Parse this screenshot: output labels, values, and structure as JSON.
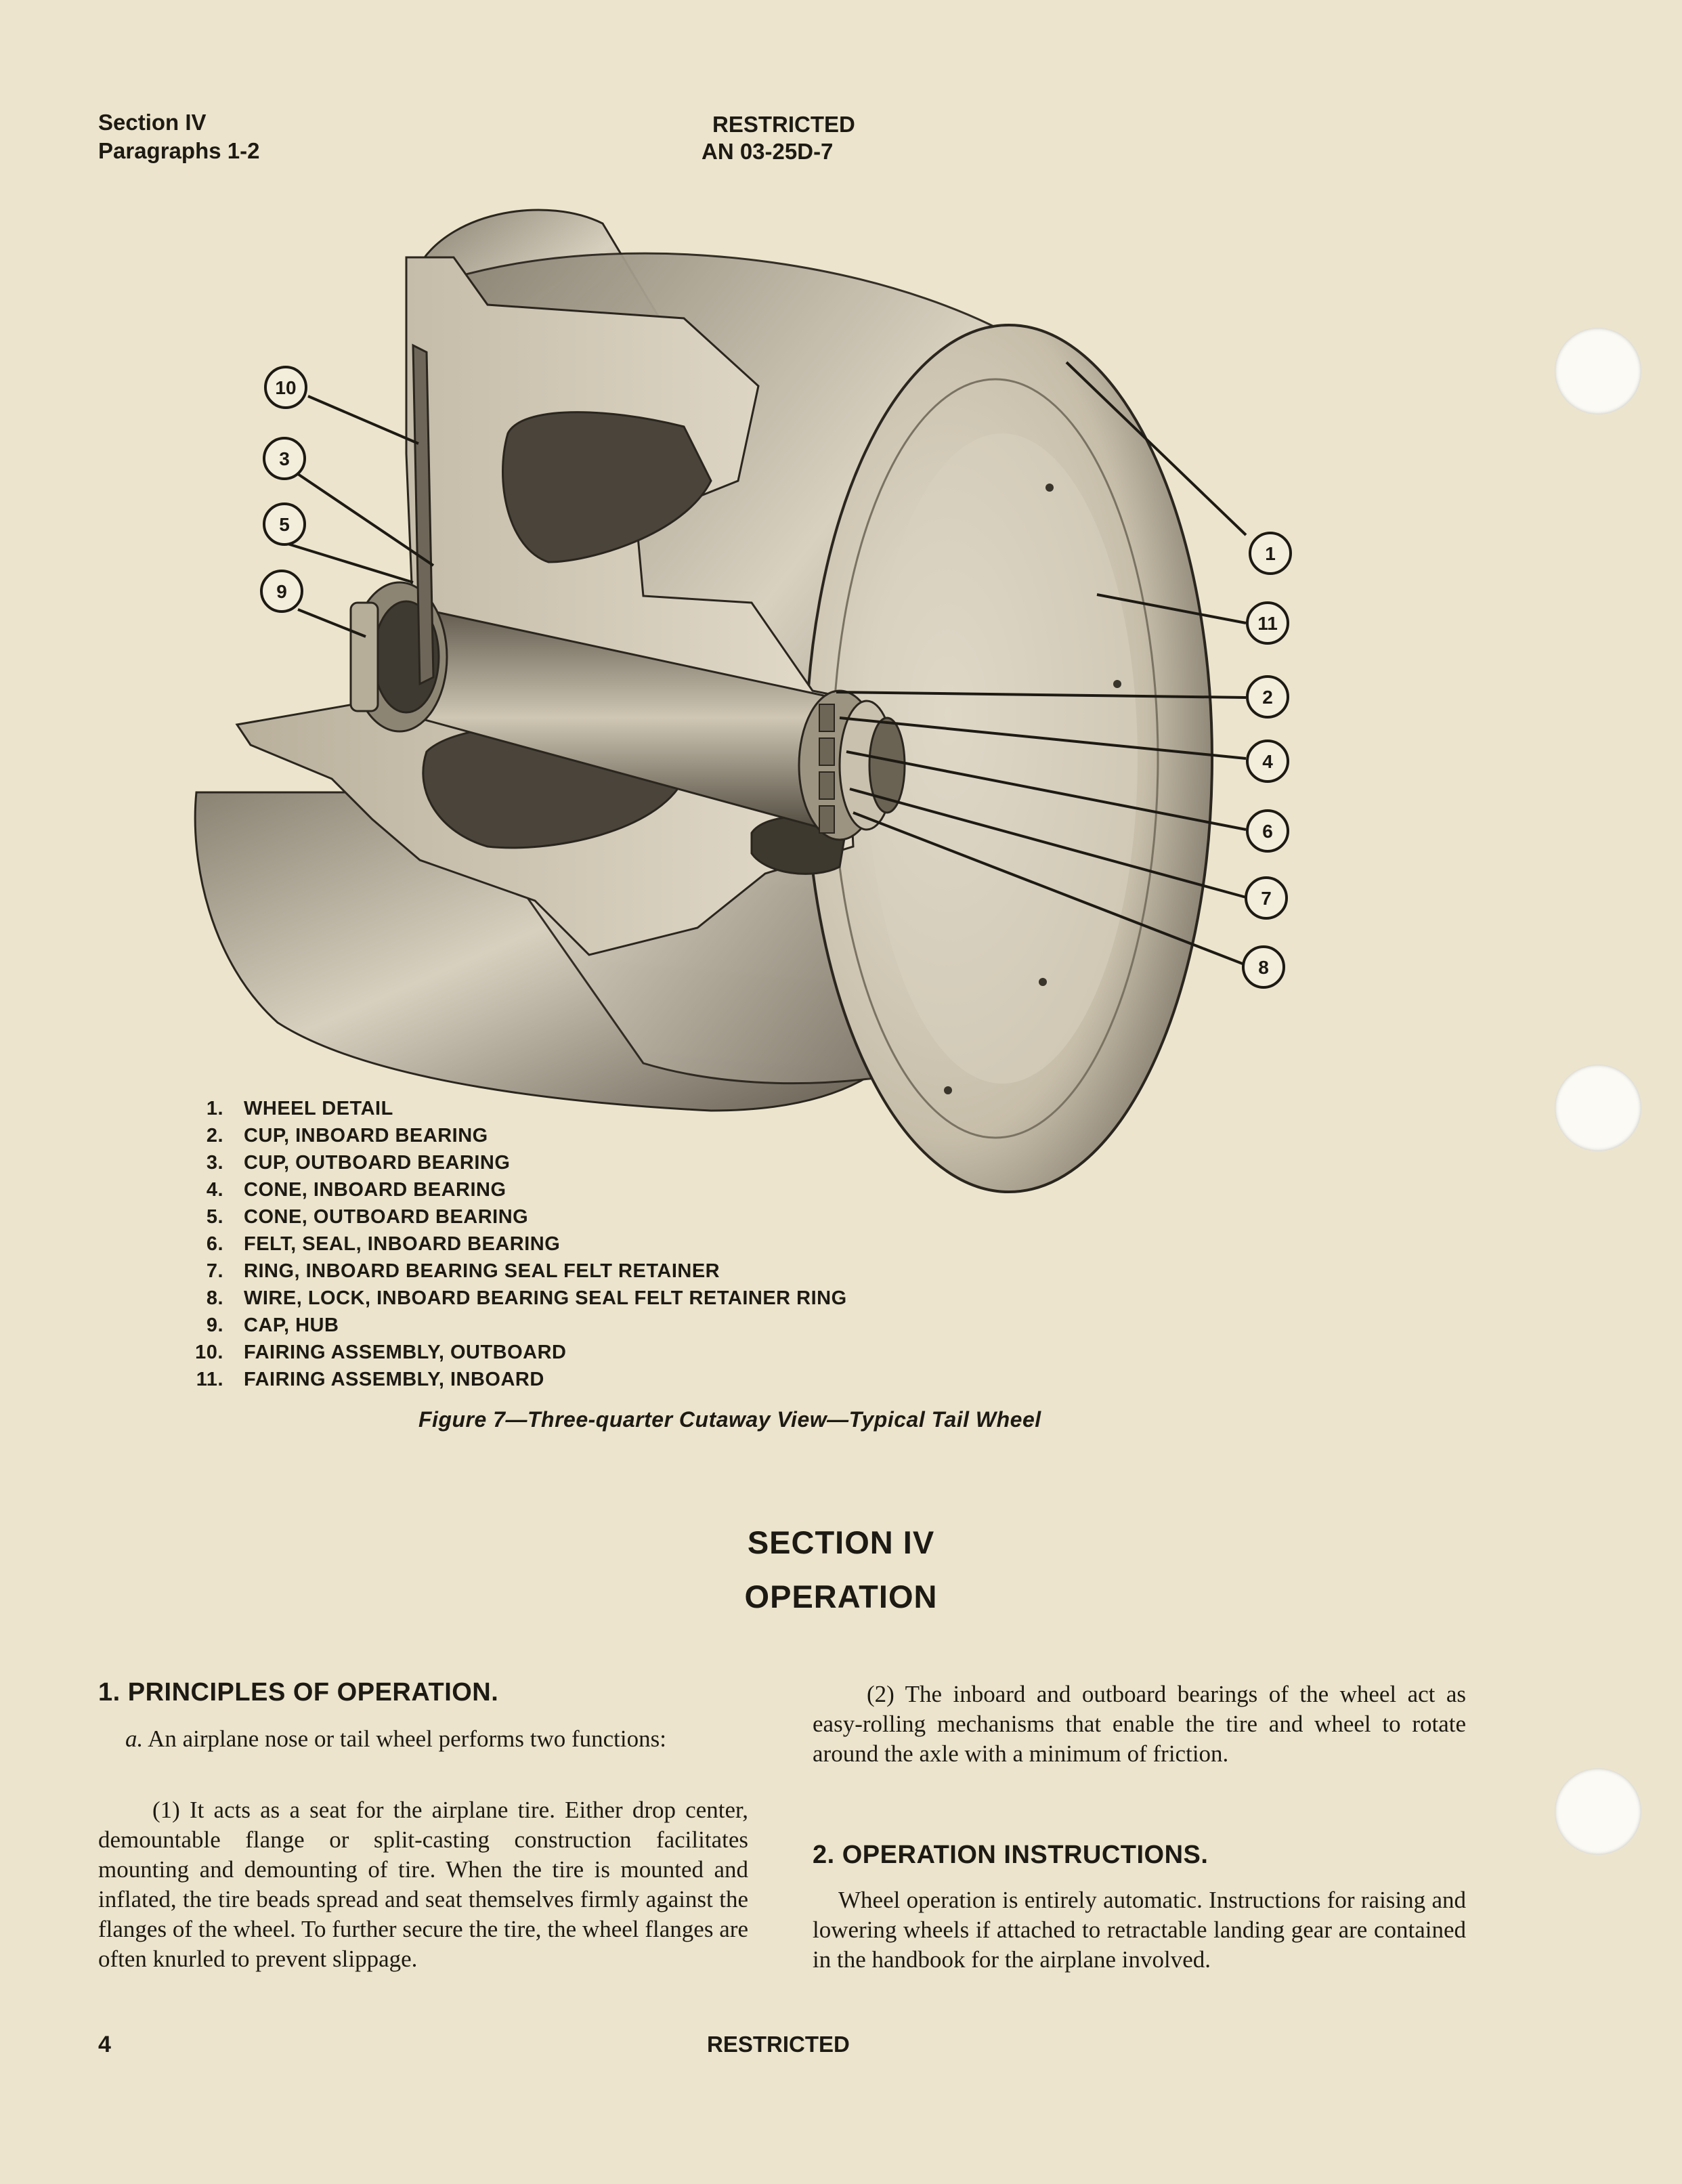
{
  "header": {
    "section": "Section IV",
    "paragraphs": "Paragraphs 1-2",
    "classification": "RESTRICTED",
    "doc_number": "AN 03-25D-7"
  },
  "figure": {
    "callouts": [
      "10",
      "3",
      "5",
      "9",
      "1",
      "11",
      "2",
      "4",
      "6",
      "7",
      "8"
    ],
    "legend": [
      {
        "num": "1.",
        "text": "WHEEL DETAIL"
      },
      {
        "num": "2.",
        "text": "CUP, INBOARD BEARING"
      },
      {
        "num": "3.",
        "text": "CUP, OUTBOARD BEARING"
      },
      {
        "num": "4.",
        "text": "CONE, INBOARD BEARING"
      },
      {
        "num": "5.",
        "text": "CONE, OUTBOARD BEARING"
      },
      {
        "num": "6.",
        "text": "FELT, SEAL, INBOARD BEARING"
      },
      {
        "num": "7.",
        "text": "RING, INBOARD BEARING SEAL FELT RETAINER"
      },
      {
        "num": "8.",
        "text": "WIRE, LOCK, INBOARD BEARING SEAL FELT RETAINER RING"
      },
      {
        "num": "9.",
        "text": "CAP, HUB"
      },
      {
        "num": "10.",
        "text": "FAIRING ASSEMBLY, OUTBOARD"
      },
      {
        "num": "11.",
        "text": "FAIRING ASSEMBLY, INBOARD"
      }
    ],
    "caption": "Figure 7—Three-quarter Cutaway View—Typical Tail Wheel"
  },
  "section": {
    "title_line1": "SECTION IV",
    "title_line2": "OPERATION"
  },
  "para1": {
    "heading": "1. PRINCIPLES OF OPERATION.",
    "a_label": "a.",
    "a_text": "An airplane nose or tail wheel performs two functions:",
    "p1": "(1) It acts as a seat for the airplane tire. Either drop center, demountable flange or split-casting construction facilitates mounting and demounting of tire. When the tire is mounted and inflated, the tire beads spread and seat themselves firmly against the flanges of the wheel. To further secure the tire, the wheel flanges are often knurled to prevent slippage.",
    "p2": "(2) The inboard and outboard bearings of the wheel act as easy-rolling mechanisms that enable the tire and wheel to rotate around the axle with a minimum of friction."
  },
  "para2": {
    "heading": "2. OPERATION INSTRUCTIONS.",
    "text": "Wheel operation is entirely automatic. Instructions for raising and lowering wheels if attached to retractable landing gear are contained in the handbook for the airplane involved."
  },
  "footer": {
    "page_number": "4",
    "classification": "RESTRICTED"
  }
}
